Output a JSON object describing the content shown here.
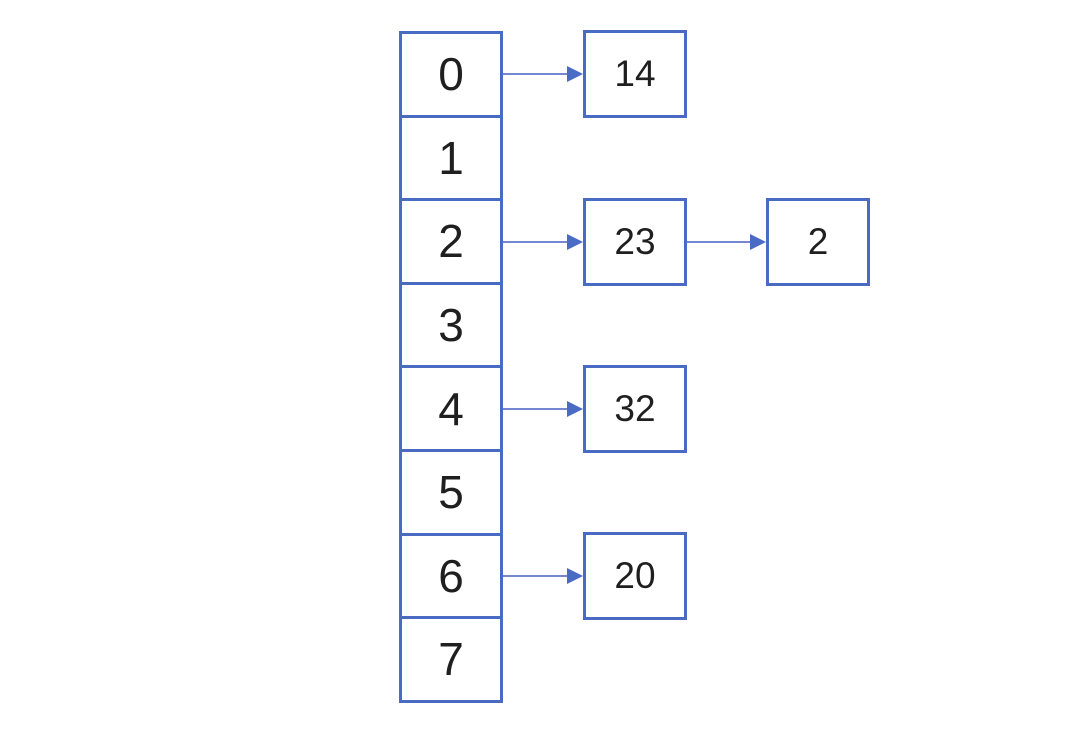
{
  "colors": {
    "box_border": "#4a6bc4",
    "arrow_line": "#7488d2",
    "arrow_head": "#4a6bc4",
    "text": "#1f1f1f",
    "background": "#ffffff"
  },
  "hash_table": {
    "buckets": [
      {
        "index": "0",
        "chain": [
          "14"
        ]
      },
      {
        "index": "1",
        "chain": []
      },
      {
        "index": "2",
        "chain": [
          "23",
          "2"
        ]
      },
      {
        "index": "3",
        "chain": []
      },
      {
        "index": "4",
        "chain": [
          "32"
        ]
      },
      {
        "index": "5",
        "chain": []
      },
      {
        "index": "6",
        "chain": [
          "20"
        ]
      },
      {
        "index": "7",
        "chain": []
      }
    ]
  }
}
